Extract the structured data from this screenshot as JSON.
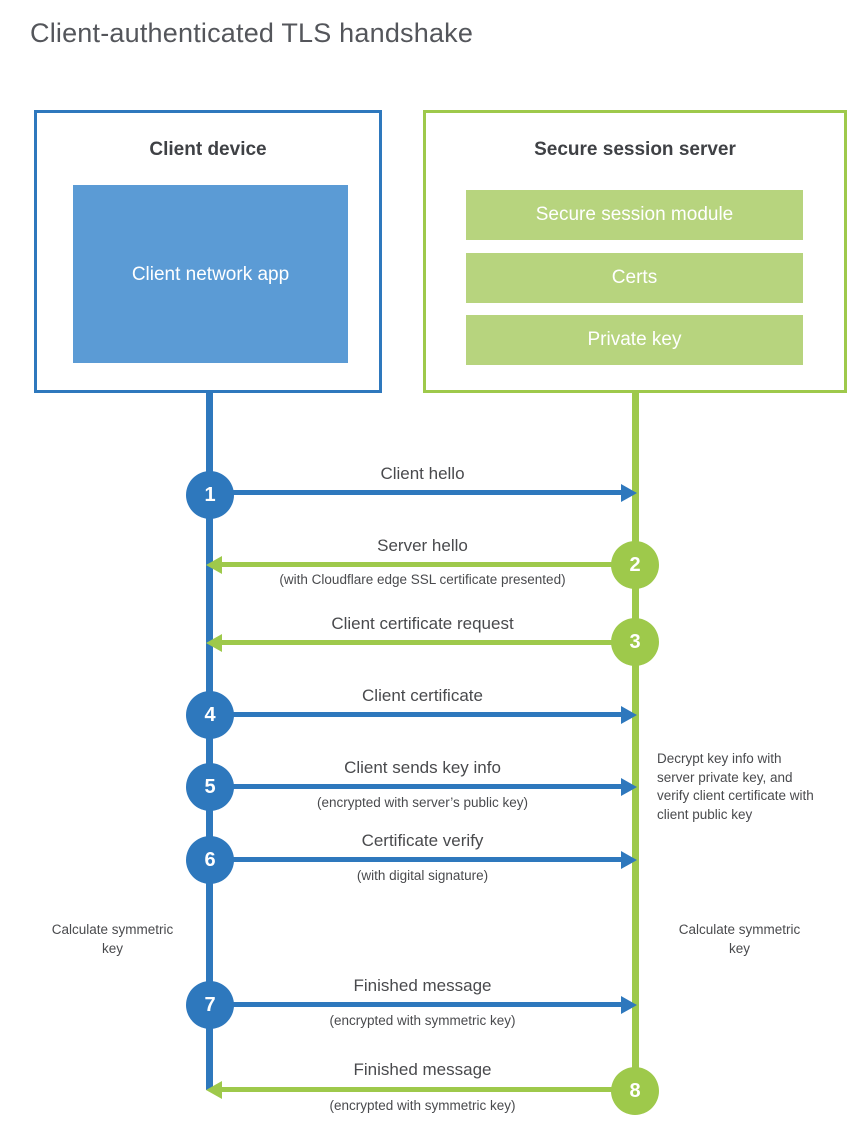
{
  "title": "Client-authenticated TLS handshake",
  "colors": {
    "blue": "#2E78BD",
    "blue-light": "#5B9BD5",
    "green": "#9EC94B",
    "green-light": "#B7D47E"
  },
  "client": {
    "heading": "Client device",
    "app_label": "Client network app"
  },
  "server": {
    "heading": "Secure session server",
    "modules": [
      "Secure session module",
      "Certs",
      "Private key"
    ]
  },
  "messages": [
    {
      "number": "1",
      "from": "client",
      "direction": "to-server",
      "label": "Client hello",
      "sublabel": ""
    },
    {
      "number": "2",
      "from": "server",
      "direction": "to-client",
      "label": "Server hello",
      "sublabel": "(with Cloudflare edge SSL certificate presented)"
    },
    {
      "number": "3",
      "from": "server",
      "direction": "to-client",
      "label": "Client certificate request",
      "sublabel": ""
    },
    {
      "number": "4",
      "from": "client",
      "direction": "to-server",
      "label": "Client certificate",
      "sublabel": ""
    },
    {
      "number": "5",
      "from": "client",
      "direction": "to-server",
      "label": "Client sends key info",
      "sublabel": "(encrypted with server’s public key)"
    },
    {
      "number": "6",
      "from": "client",
      "direction": "to-server",
      "label": "Certificate verify",
      "sublabel": "(with digital signature)"
    },
    {
      "number": "7",
      "from": "client",
      "direction": "to-server",
      "label": "Finished message",
      "sublabel": "(encrypted with symmetric key)"
    },
    {
      "number": "8",
      "from": "server",
      "direction": "to-client",
      "label": "Finished message",
      "sublabel": "(encrypted with symmetric key)"
    }
  ],
  "annotations": {
    "server_note": "Decrypt key info with server private key, and verify client certificate with client public key",
    "calculate_left": "Calculate symmetric key",
    "calculate_right": "Calculate symmetric key"
  }
}
